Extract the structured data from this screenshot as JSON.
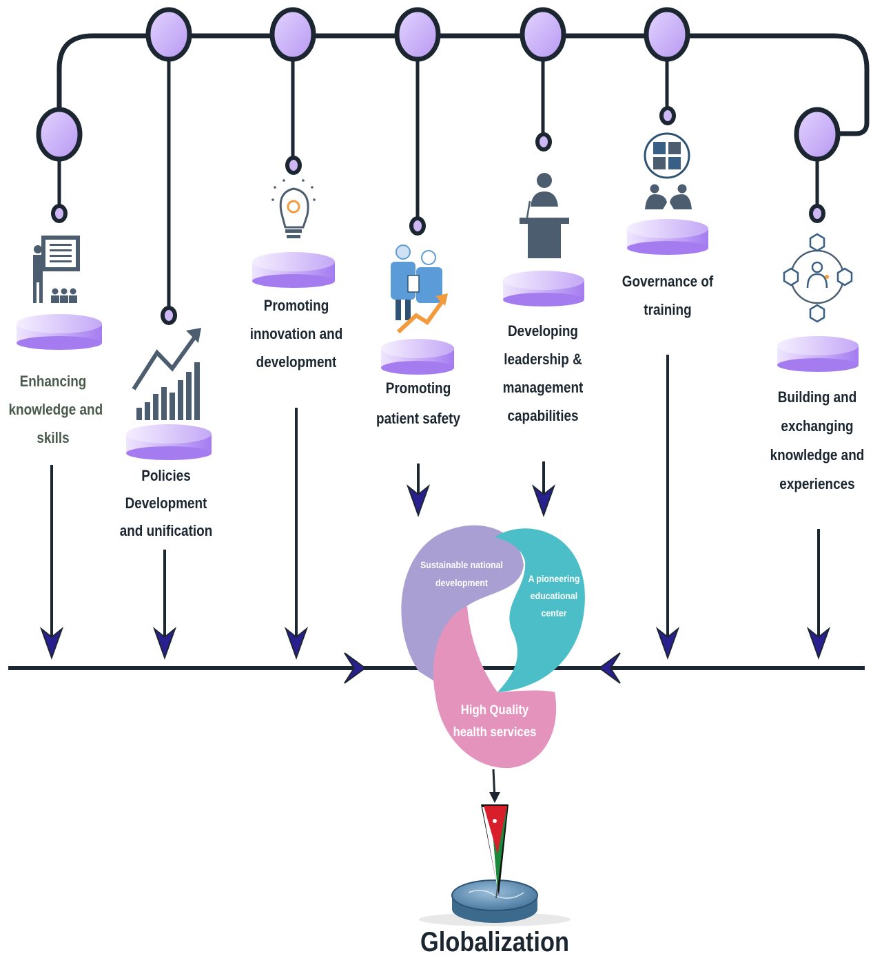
{
  "pillars": [
    {
      "id": "knowledge",
      "label_lines": [
        "Enhancing",
        "knowledge and",
        "skills"
      ],
      "icon": "teacher-board-icon"
    },
    {
      "id": "policies",
      "label_lines": [
        "Policies",
        "Development",
        "and unification"
      ],
      "icon": "growth-chart-icon"
    },
    {
      "id": "innovation",
      "label_lines": [
        "Promoting",
        "innovation and",
        "development"
      ],
      "icon": "lightbulb-gear-icon"
    },
    {
      "id": "safety",
      "label_lines": [
        "Promoting",
        "patient safety"
      ],
      "icon": "doctors-chart-icon"
    },
    {
      "id": "leadership",
      "label_lines": [
        "Developing",
        "leadership &",
        "management",
        "capabilities"
      ],
      "icon": "speaker-podium-icon"
    },
    {
      "id": "governance",
      "label_lines": [
        "Governance of",
        "training"
      ],
      "icon": "puzzle-team-icon"
    },
    {
      "id": "exchange",
      "label_lines": [
        "Building and",
        "exchanging",
        "knowledge and",
        "experiences"
      ],
      "icon": "network-person-icon"
    }
  ],
  "cycle": {
    "sustainable": [
      "Sustainable national",
      "development"
    ],
    "pioneering": [
      "A pioneering",
      "educational",
      "center"
    ],
    "quality": [
      "High Quality",
      "health services"
    ]
  },
  "goal": "Globalization",
  "colors": {
    "node_fill": "#cdb8f5",
    "node_stroke": "#1c2630",
    "platform_light": "#ece2ff",
    "platform_dark": "#a87ff0",
    "arrow_head": "#2a1f8f",
    "segment_lavender": "#a99fd3",
    "segment_teal": "#4cbec8",
    "segment_pink": "#e493bd",
    "icon_slate": "#4b5d6e",
    "icon_blue": "#5b9bd8",
    "icon_orange": "#f39a3c"
  }
}
